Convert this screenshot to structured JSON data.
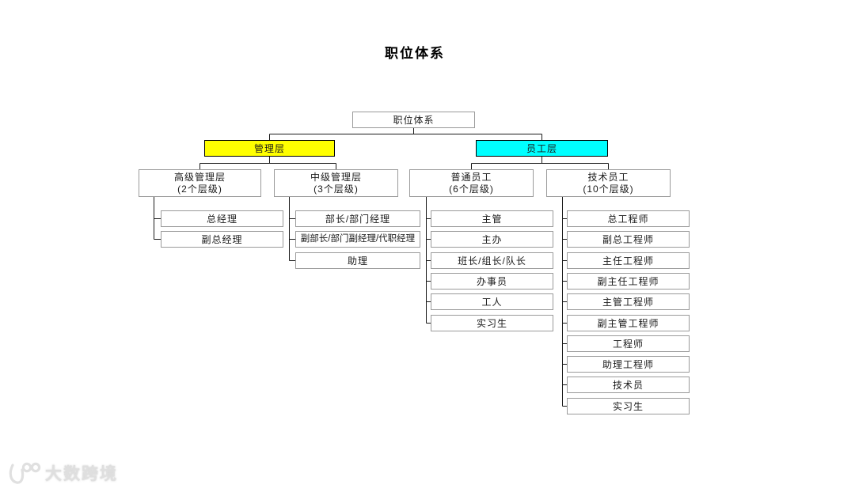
{
  "title": "职位体系",
  "watermark": {
    "logo_icon": "100-swoosh-logo",
    "text": "大数跨境"
  },
  "colors": {
    "management_fill": "#ffff00",
    "staff_fill": "#00ffff",
    "box_border": "#9a9a9a",
    "header_border": "#000000",
    "connector": "#1a1a1a"
  },
  "chart": {
    "type": "org-tree",
    "root": {
      "label": "职位体系"
    },
    "branches": [
      {
        "label": "管理层",
        "fill": "#ffff00",
        "groups": [
          {
            "label": "高级管理层",
            "sublabel": "(2个层级)",
            "items": [
              "总经理",
              "副总经理"
            ]
          },
          {
            "label": "中级管理层",
            "sublabel": "(3个层级)",
            "items": [
              "部长/部门经理",
              "副部长/部门副经理/代职经理",
              "助理"
            ]
          }
        ]
      },
      {
        "label": "员工层",
        "fill": "#00ffff",
        "groups": [
          {
            "label": "普通员工",
            "sublabel": "(6个层级)",
            "items": [
              "主管",
              "主办",
              "班长/组长/队长",
              "办事员",
              "工人",
              "实习生"
            ]
          },
          {
            "label": "技术员工",
            "sublabel": "(10个层级)",
            "items": [
              "总工程师",
              "副总工程师",
              "主任工程师",
              "副主任工程师",
              "主管工程师",
              "副主管工程师",
              "工程师",
              "助理工程师",
              "技术员",
              "实习生"
            ]
          }
        ]
      }
    ]
  }
}
